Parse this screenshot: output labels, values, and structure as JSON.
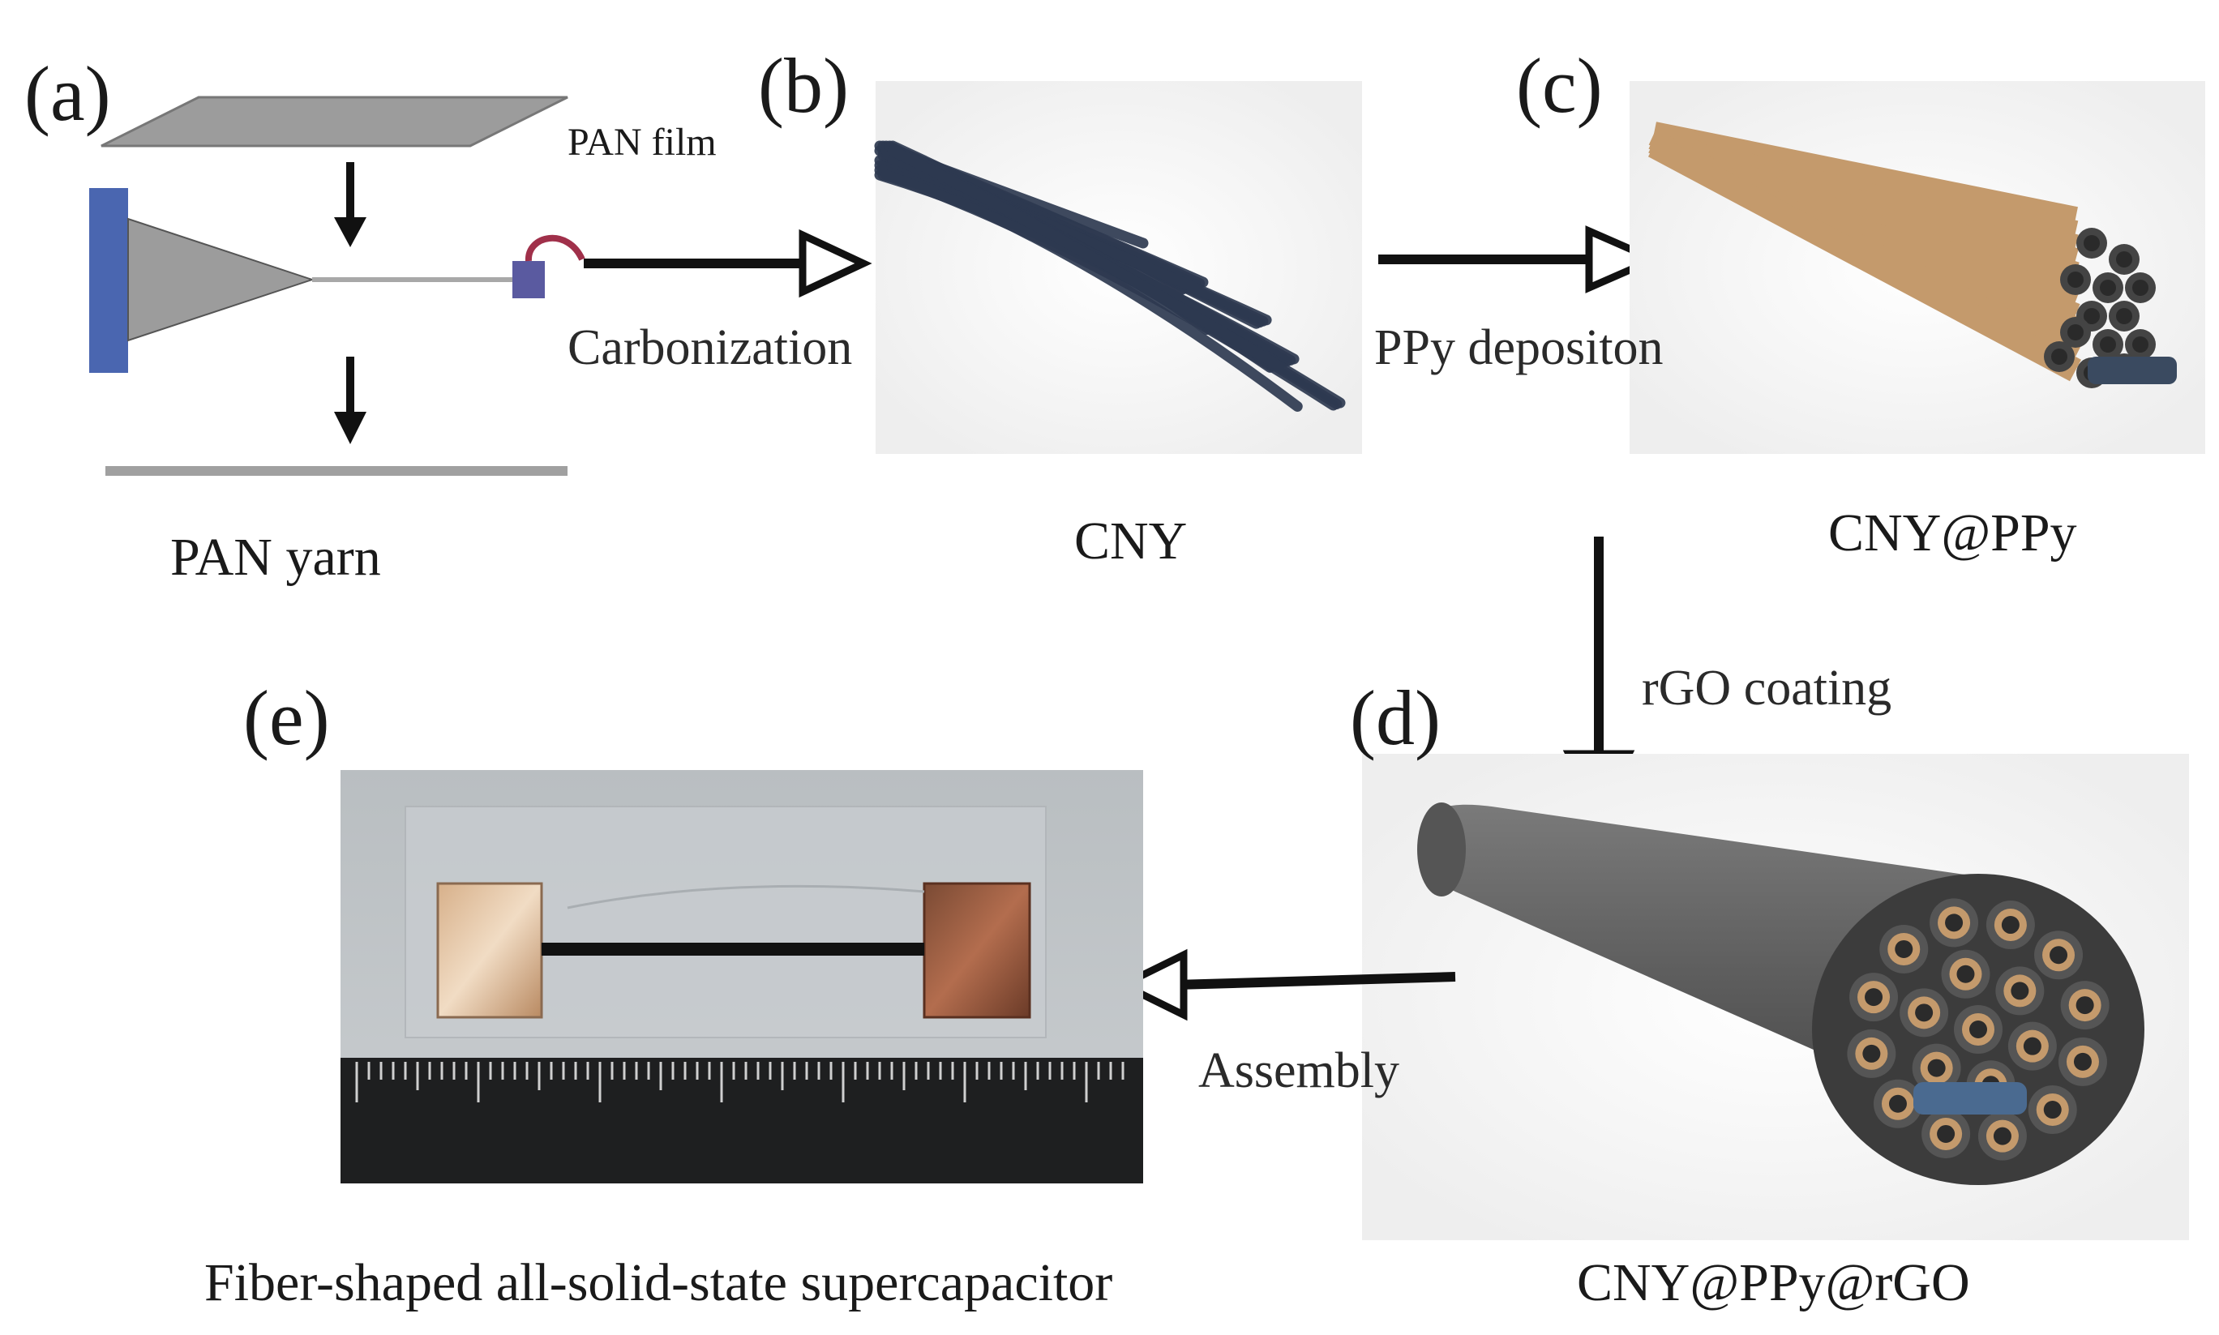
{
  "panels": {
    "a": "(a)",
    "b": "(b)",
    "c": "(c)",
    "d": "(d)",
    "e": "(e)"
  },
  "labels": {
    "pan_film": "PAN film",
    "pan_yarn": "PAN yarn",
    "cny": "CNY",
    "cny_ppy": "CNY@PPy",
    "cny_ppy_rgo": "CNY@PPy@rGO",
    "device": "Fiber-shaped all-solid-state supercapacitor"
  },
  "steps": {
    "carbonization": "Carbonization",
    "ppy_deposition": "PPy depositon",
    "rgo_coating": "rGO coating",
    "assembly": "Assembly"
  },
  "colors": {
    "film_gray": "#9c9c9c",
    "collector_blue": "#4a66b0",
    "carbon_fiber": "#2e3a50",
    "ppy_fiber": "#c49a6c",
    "rgo_sheath": "#6b6b6b",
    "copper_tape": "#b98a62"
  }
}
